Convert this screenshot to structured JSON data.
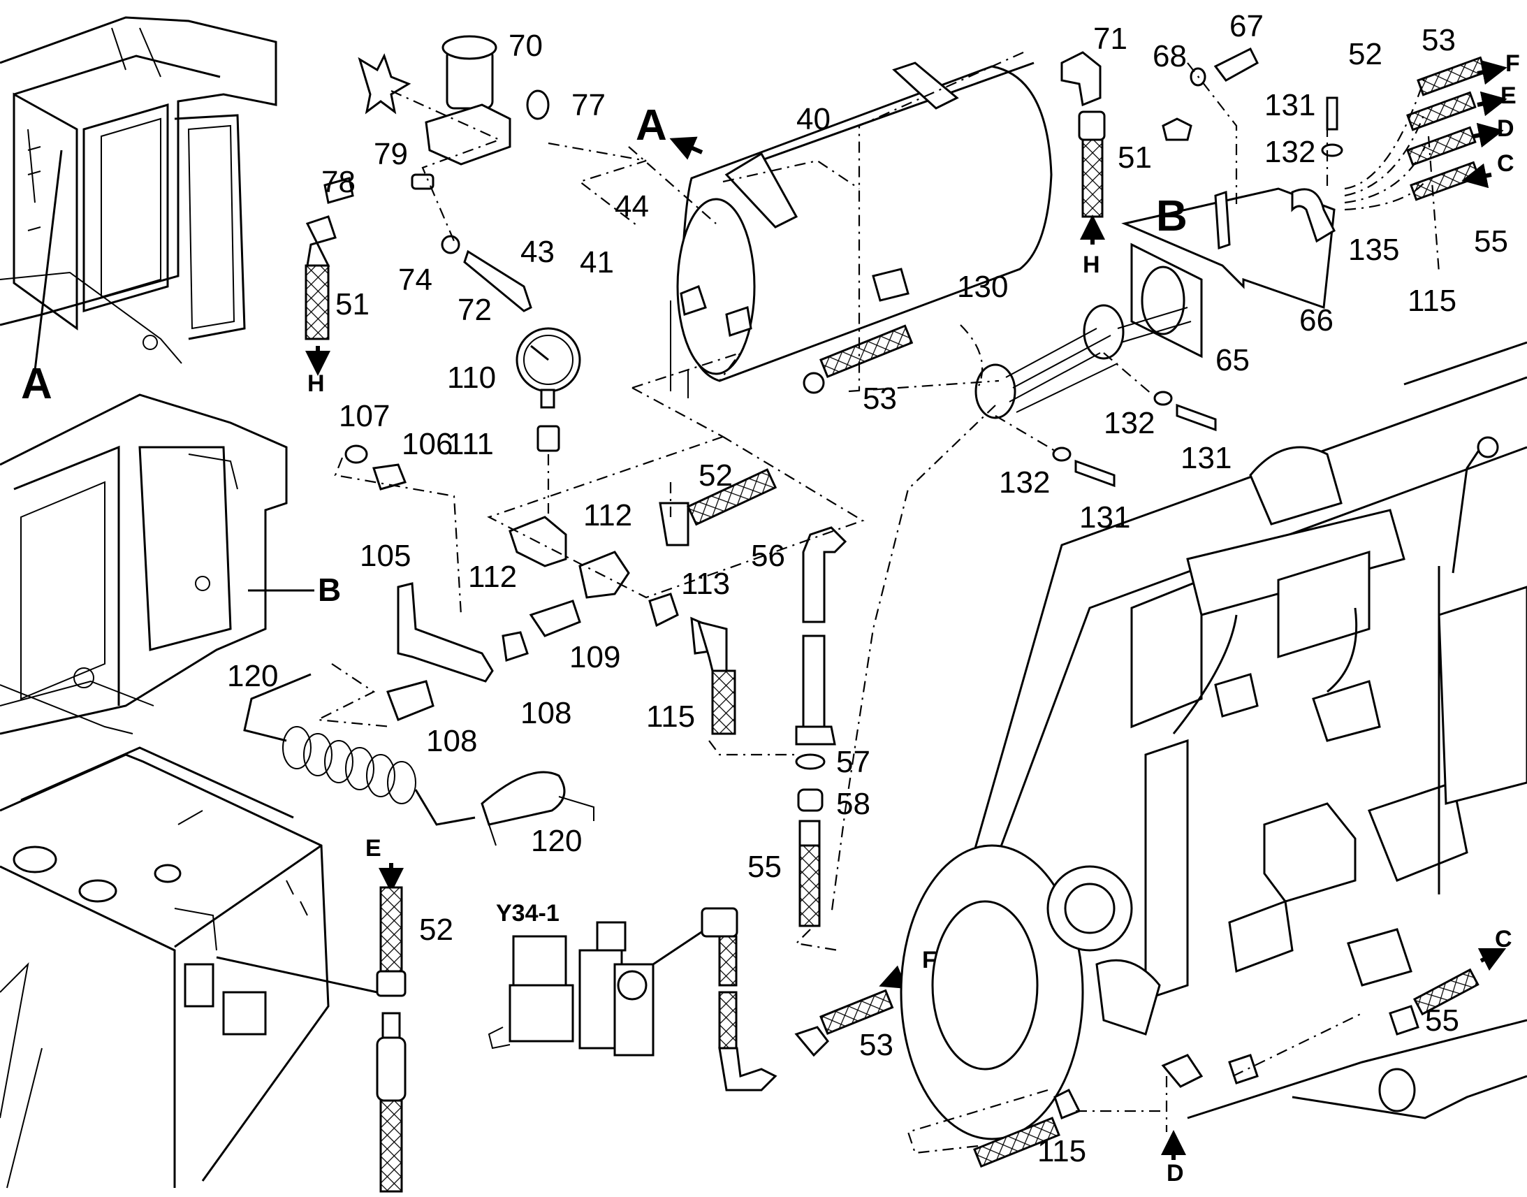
{
  "labels": {
    "l70": "70",
    "l77": "77",
    "l79": "79",
    "l78": "78",
    "l51a": "51",
    "l74": "74",
    "l72": "72",
    "l44": "44",
    "l43": "43",
    "l41": "41",
    "l40": "40",
    "l71": "71",
    "l51b": "51",
    "l68": "68",
    "l67": "67",
    "l52a": "52",
    "l53a": "53",
    "l131a": "131",
    "l132a": "132",
    "l135": "135",
    "l55a": "55",
    "l115a": "115",
    "l66": "66",
    "l65": "65",
    "l130": "130",
    "l53b": "53",
    "l132b": "132",
    "l131b": "131",
    "l132c": "132",
    "l131c": "131",
    "l110": "110",
    "l111": "111",
    "l107": "107",
    "l106": "106",
    "l52b": "52",
    "l112a": "112",
    "l112b": "112",
    "l113": "113",
    "l56": "56",
    "l105": "105",
    "l109": "109",
    "l108a": "108",
    "l108b": "108",
    "l115b": "115",
    "l120a": "120",
    "l120b": "120",
    "l57": "57",
    "l58": "58",
    "l55b": "55",
    "l52c": "52",
    "l53c": "53",
    "l55c": "55",
    "l115c": "115",
    "lY34": "Y34-1"
  },
  "refs": {
    "A1": "A",
    "A2": "A",
    "B1": "B",
    "B2": "B",
    "F1": "F",
    "E1": "E",
    "D1": "D",
    "C1": "C",
    "H1": "H",
    "H2": "H",
    "E2": "E",
    "F2": "F",
    "C2": "C",
    "D2": "D"
  }
}
